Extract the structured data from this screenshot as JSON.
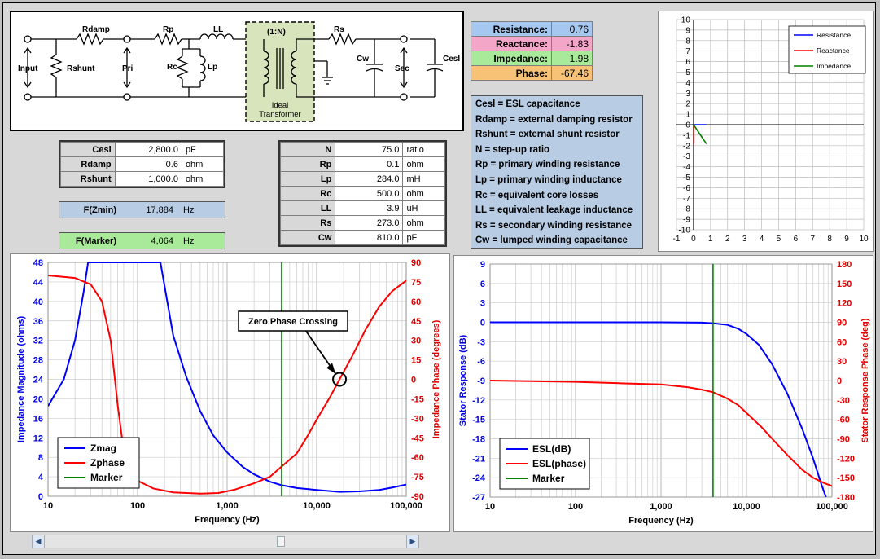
{
  "schematic": {
    "labels": {
      "rdamp": "Rdamp",
      "rp": "Rp",
      "ll": "LL",
      "rs": "Rs",
      "input": "Input",
      "rshunt": "Rshunt",
      "pri": "Pri",
      "rc": "Rc",
      "lp": "Lp",
      "cw": "Cw",
      "sec": "Sec",
      "cesl": "Cesl",
      "ratio": "(1:N)",
      "ideal1": "Ideal",
      "ideal2": "Transformer"
    }
  },
  "left_table": [
    {
      "label": "Cesl",
      "value": "2,800.0",
      "unit": "pF"
    },
    {
      "label": "Rdamp",
      "value": "0.6",
      "unit": "ohm"
    },
    {
      "label": "Rshunt",
      "value": "1,000.0",
      "unit": "ohm"
    }
  ],
  "fzmin": {
    "label": "F(Zmin)",
    "value": "17,884",
    "unit": "Hz"
  },
  "fmarker": {
    "label": "F(Marker)",
    "value": "4,064",
    "unit": "Hz"
  },
  "mid_table": [
    {
      "label": "N",
      "value": "75.0",
      "unit": "ratio"
    },
    {
      "label": "Rp",
      "value": "0.1",
      "unit": "ohm"
    },
    {
      "label": "Lp",
      "value": "284.0",
      "unit": "mH"
    },
    {
      "label": "Rc",
      "value": "500.0",
      "unit": "ohm"
    },
    {
      "label": "LL",
      "value": "3.9",
      "unit": "uH"
    },
    {
      "label": "Rs",
      "value": "273.0",
      "unit": "ohm"
    },
    {
      "label": "Cw",
      "value": "810.0",
      "unit": "pF"
    }
  ],
  "results": [
    {
      "label": "Resistance:",
      "value": "0.76",
      "color": "#a6c8f0"
    },
    {
      "label": "Reactance:",
      "value": "-1.83",
      "color": "#f4a6c8"
    },
    {
      "label": "Impedance:",
      "value": "1.98",
      "color": "#a8ea9a"
    },
    {
      "label": "Phase:",
      "value": "-67.46",
      "color": "#f7c276"
    }
  ],
  "notes": [
    "Cesl = ESL capacitance",
    "Rdamp = external damping resistor",
    "Rshunt = external shunt resistor",
    "N = step-up ratio",
    "Rp = primary winding resistance",
    "Lp = primary winding inductance",
    "Rc = equivalent core losses",
    "LL = equivalent leakage inductance",
    "Rs = secondary winding resistance",
    "Cw = lumped winding capacitance"
  ],
  "chart_data": [
    {
      "type": "line",
      "x_ticks": [
        "-1",
        "0",
        "1",
        "2",
        "3",
        "4",
        "5",
        "6",
        "7",
        "8",
        "9",
        "10"
      ],
      "y_ticks": [
        "10",
        "9",
        "8",
        "7",
        "6",
        "5",
        "4",
        "3",
        "2",
        "1",
        "0",
        "-1",
        "-2",
        "-3",
        "-4",
        "-5",
        "-6",
        "-7",
        "-8",
        "-9",
        "-10"
      ],
      "xlim": [
        -1,
        10
      ],
      "ylim": [
        -10,
        10
      ],
      "legend_position": "top-right",
      "series": [
        {
          "name": "Resistance",
          "color": "#0000ff",
          "x": [
            0,
            0.76
          ],
          "y": [
            0,
            0
          ]
        },
        {
          "name": "Reactance",
          "color": "#ff0000",
          "x": [
            0,
            0
          ],
          "y": [
            0,
            -1.83
          ]
        },
        {
          "name": "Impedance",
          "color": "#008000",
          "x": [
            0,
            0.76
          ],
          "y": [
            0,
            -1.83
          ]
        }
      ]
    },
    {
      "type": "line",
      "xlabel": "Frequency (Hz)",
      "ylabel_left": "Impedance Magnitude (ohms)",
      "ylabel_right": "Impedance Phase (degrees)",
      "x_scale": "log",
      "xlim": [
        10,
        100000
      ],
      "x_ticks": [
        "10",
        "100",
        "1,000",
        "10,000",
        "100,000"
      ],
      "y_left_ticks": [
        "0",
        "4",
        "8",
        "12",
        "16",
        "20",
        "24",
        "28",
        "32",
        "36",
        "40",
        "44",
        "48"
      ],
      "y_right_ticks": [
        "-90",
        "-75",
        "-60",
        "-45",
        "-30",
        "-15",
        "0",
        "15",
        "30",
        "45",
        "60",
        "75",
        "90"
      ],
      "ylim_left": [
        0,
        48
      ],
      "ylim_right": [
        -90,
        90
      ],
      "annotation": "Zero Phase Crossing",
      "legend_position": "bottom-left",
      "series": [
        {
          "name": "Zmag",
          "color": "#0000ff",
          "axis": "left",
          "points": [
            [
              10,
              18.5
            ],
            [
              15,
              24
            ],
            [
              20,
              32
            ],
            [
              25,
              42
            ],
            [
              28,
              48
            ],
            [
              180,
              48
            ],
            [
              250,
              33
            ],
            [
              350,
              24.5
            ],
            [
              500,
              17.5
            ],
            [
              700,
              12.5
            ],
            [
              1000,
              9
            ],
            [
              1500,
              6
            ],
            [
              2000,
              4.5
            ],
            [
              3000,
              3
            ],
            [
              4000,
              2.3
            ],
            [
              6000,
              1.7
            ],
            [
              10000,
              1.3
            ],
            [
              18000,
              0.9
            ],
            [
              30000,
              1.0
            ],
            [
              50000,
              1.3
            ],
            [
              70000,
              1.8
            ],
            [
              100000,
              2.4
            ]
          ]
        },
        {
          "name": "Zphase",
          "color": "#ff0000",
          "axis": "right",
          "points": [
            [
              10,
              80
            ],
            [
              20,
              78
            ],
            [
              30,
              73
            ],
            [
              40,
              60
            ],
            [
              50,
              30
            ],
            [
              60,
              -20
            ],
            [
              70,
              -55
            ],
            [
              85,
              -72
            ],
            [
              100,
              -78
            ],
            [
              150,
              -84
            ],
            [
              250,
              -87
            ],
            [
              500,
              -88
            ],
            [
              800,
              -87.5
            ],
            [
              1200,
              -85
            ],
            [
              2000,
              -80
            ],
            [
              3000,
              -75
            ],
            [
              4000,
              -67.5
            ],
            [
              6000,
              -57
            ],
            [
              8000,
              -43
            ],
            [
              10000,
              -31
            ],
            [
              14000,
              -14
            ],
            [
              18000,
              0
            ],
            [
              25000,
              18
            ],
            [
              35000,
              38
            ],
            [
              50000,
              56
            ],
            [
              70000,
              68
            ],
            [
              100000,
              76
            ]
          ]
        },
        {
          "name": "Marker",
          "color": "#008000",
          "axis": "left",
          "points": [
            [
              4064,
              0
            ],
            [
              4064,
              48
            ]
          ]
        }
      ]
    },
    {
      "type": "line",
      "xlabel": "Frequency (Hz)",
      "ylabel_left": "Stator Response (dB)",
      "ylabel_right": "Stator Response Phase (deg)",
      "x_scale": "log",
      "xlim": [
        10,
        100000
      ],
      "x_ticks": [
        "10",
        "100",
        "1,000",
        "10,000",
        "100,000"
      ],
      "y_left_ticks": [
        "-27",
        "-24",
        "-21",
        "-18",
        "-15",
        "-12",
        "-9",
        "-6",
        "-3",
        "0",
        "3",
        "6",
        "9"
      ],
      "y_right_ticks": [
        "-180",
        "-150",
        "-120",
        "-90",
        "-60",
        "-30",
        "0",
        "30",
        "60",
        "90",
        "120",
        "150",
        "180"
      ],
      "ylim_left": [
        -27,
        9
      ],
      "ylim_right": [
        -180,
        180
      ],
      "legend_position": "bottom-left",
      "series": [
        {
          "name": "ESL(dB)",
          "color": "#0000ff",
          "axis": "left",
          "points": [
            [
              10,
              0
            ],
            [
              1000,
              0
            ],
            [
              3000,
              -0.05
            ],
            [
              4064,
              -0.15
            ],
            [
              6000,
              -0.4
            ],
            [
              8000,
              -1
            ],
            [
              10000,
              -1.8
            ],
            [
              14000,
              -3.5
            ],
            [
              20000,
              -6.5
            ],
            [
              30000,
              -11
            ],
            [
              45000,
              -16.5
            ],
            [
              60000,
              -21
            ],
            [
              75000,
              -25
            ],
            [
              85000,
              -27
            ]
          ]
        },
        {
          "name": "ESL(phase)",
          "color": "#ff0000",
          "axis": "right",
          "points": [
            [
              10,
              0
            ],
            [
              30,
              -1
            ],
            [
              100,
              -2
            ],
            [
              300,
              -4
            ],
            [
              1000,
              -6
            ],
            [
              2000,
              -10
            ],
            [
              3000,
              -14
            ],
            [
              4064,
              -18
            ],
            [
              6000,
              -28
            ],
            [
              8000,
              -38
            ],
            [
              10000,
              -50
            ],
            [
              15000,
              -72
            ],
            [
              20000,
              -90
            ],
            [
              30000,
              -115
            ],
            [
              45000,
              -138
            ],
            [
              60000,
              -150
            ],
            [
              80000,
              -158
            ],
            [
              100000,
              -163
            ]
          ]
        },
        {
          "name": "Marker",
          "color": "#008000",
          "axis": "left",
          "points": [
            [
              4064,
              -27
            ],
            [
              4064,
              9
            ]
          ]
        }
      ]
    }
  ]
}
